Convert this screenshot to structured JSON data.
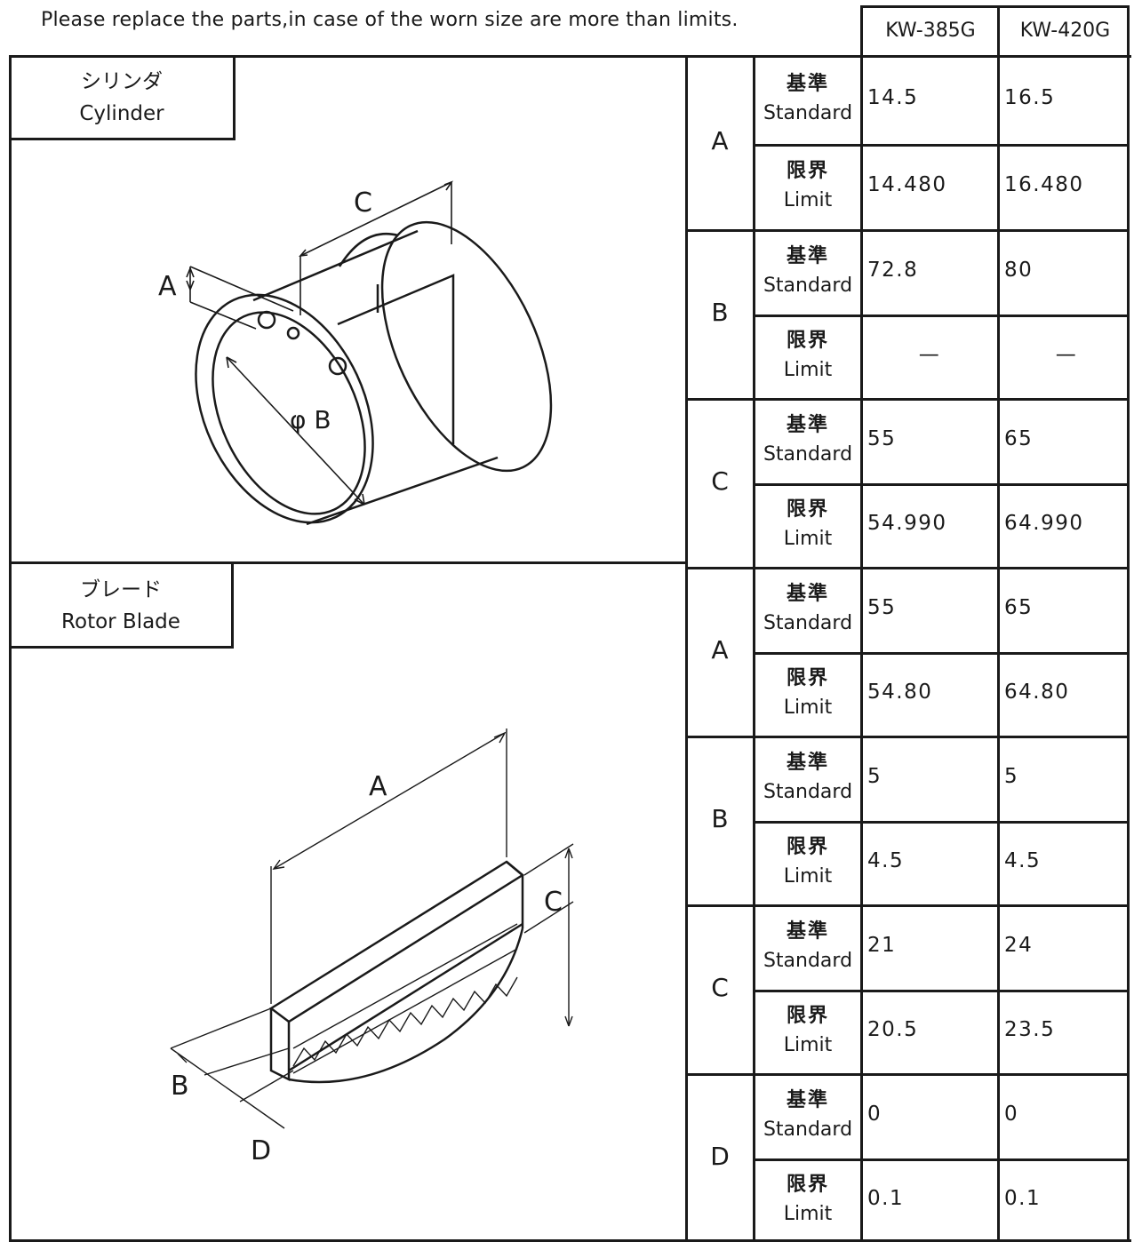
{
  "notice": "Please replace the parts,in case of the worn size are more than limits.",
  "models": [
    "KW-385G",
    "KW-420G"
  ],
  "kind_labels": {
    "standard_ja": "基準",
    "standard_en": "Standard",
    "limit_ja": "限界",
    "limit_en": "Limit"
  },
  "sections": [
    {
      "name_ja": "シリンダ",
      "name_en": "Cylinder",
      "diagram_labels": [
        "A",
        "C",
        "φ B"
      ],
      "dimensions": [
        {
          "letter": "A",
          "standard": [
            "14.5",
            "16.5"
          ],
          "limit": [
            "14.480",
            "16.480"
          ]
        },
        {
          "letter": "B",
          "standard": [
            "72.8",
            "80"
          ],
          "limit": [
            "—",
            "—"
          ]
        },
        {
          "letter": "C",
          "standard": [
            "55",
            "65"
          ],
          "limit": [
            "54.990",
            "64.990"
          ]
        }
      ]
    },
    {
      "name_ja": "ブレード",
      "name_en": "Rotor Blade",
      "diagram_labels": [
        "A",
        "C",
        "B",
        "D"
      ],
      "dimensions": [
        {
          "letter": "A",
          "standard": [
            "55",
            "65"
          ],
          "limit": [
            "54.80",
            "64.80"
          ]
        },
        {
          "letter": "B",
          "standard": [
            "5",
            "5"
          ],
          "limit": [
            "4.5",
            "4.5"
          ]
        },
        {
          "letter": "C",
          "standard": [
            "21",
            "24"
          ],
          "limit": [
            "20.5",
            "23.5"
          ]
        },
        {
          "letter": "D",
          "standard": [
            "0",
            "0"
          ],
          "limit": [
            "0.1",
            "0.1"
          ]
        }
      ]
    }
  ]
}
